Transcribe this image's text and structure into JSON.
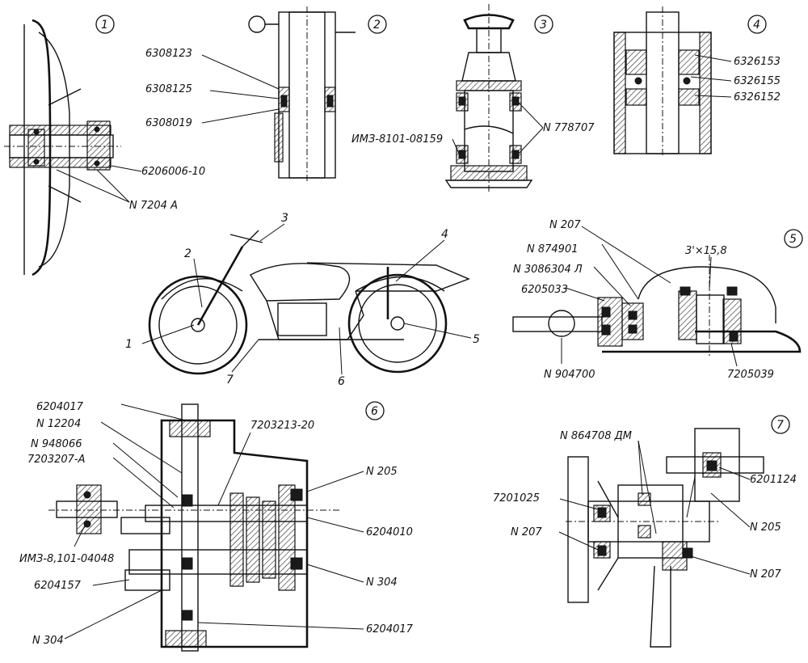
{
  "panels": [
    {
      "number": "1",
      "labels": [
        "6206006-10",
        "N 7204 A"
      ]
    },
    {
      "number": "2",
      "labels": [
        "6308123",
        "6308125",
        "6308019"
      ]
    },
    {
      "number": "3",
      "labels": [
        "ИМЗ-8101-08159",
        "N 778707"
      ]
    },
    {
      "number": "4",
      "labels": [
        "6326153",
        "6326155",
        "6326152"
      ]
    },
    {
      "number": "5",
      "labels": [
        "N 207",
        "N 874901",
        "N 3086304 Л",
        "6205033",
        "N 904700",
        "3'×15,8",
        "7205039"
      ]
    },
    {
      "number": "6",
      "labels": [
        "6204017",
        "N 12204",
        "N 948066",
        "7203207-А",
        "7203213-20",
        "N 205",
        "6204010",
        "N 304",
        "ИМЗ-8,101-04048",
        "6204157",
        "N 304",
        "6204017"
      ]
    },
    {
      "number": "7",
      "labels": [
        "N 864708 ДМ",
        "7201025",
        "N 207",
        "6201124",
        "N 205",
        "N 207"
      ]
    }
  ],
  "bike_callouts": [
    "1",
    "2",
    "3",
    "4",
    "5",
    "6",
    "7"
  ]
}
